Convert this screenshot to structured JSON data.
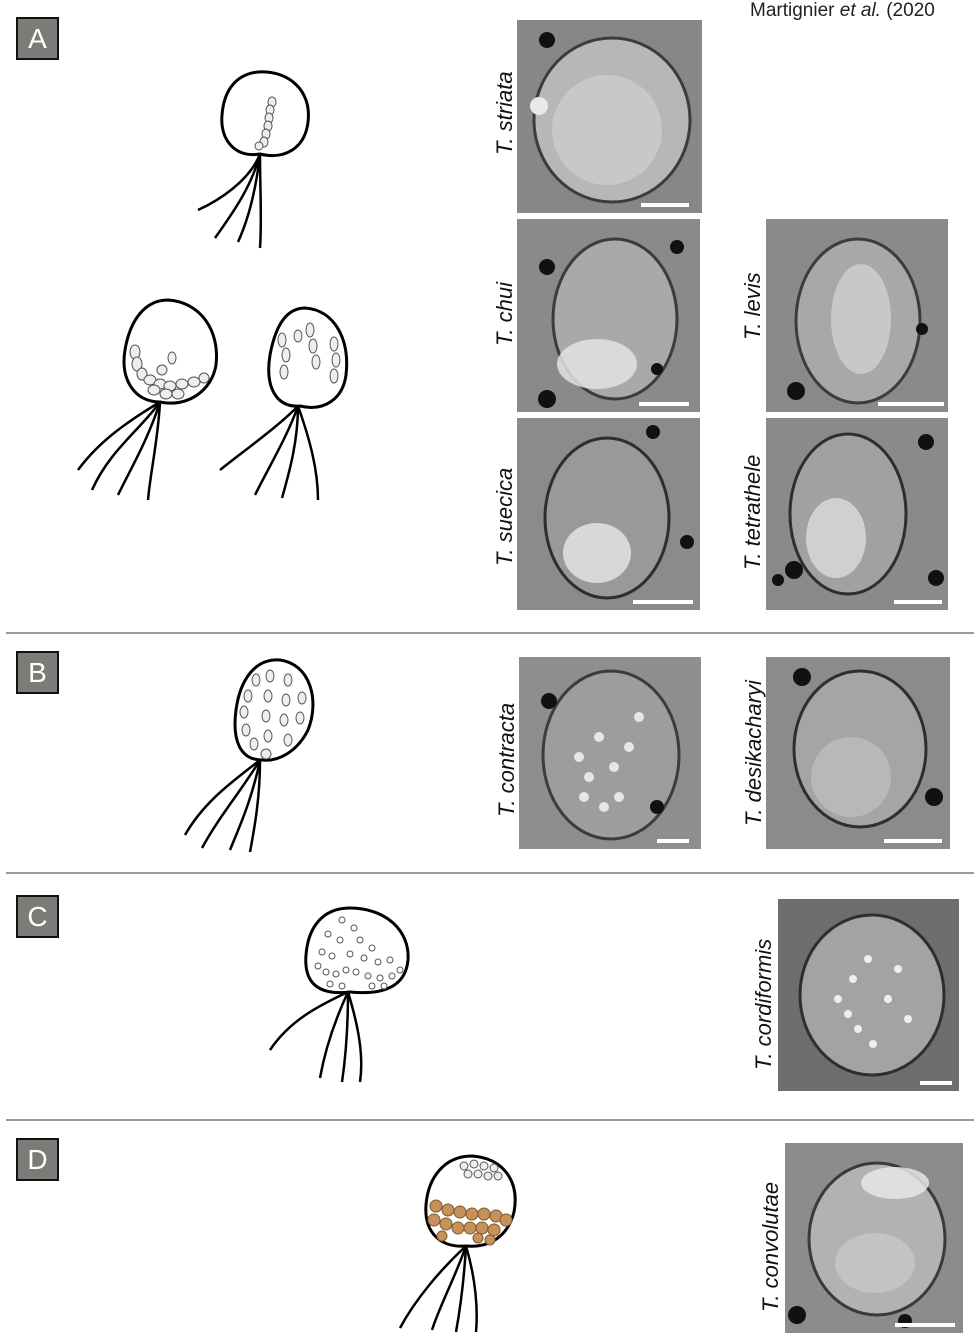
{
  "citation": {
    "prefix": "Martignier ",
    "etal": "et al.",
    "suffix": " (2020"
  },
  "panels": [
    {
      "label": "A"
    },
    {
      "label": "B"
    },
    {
      "label": "C"
    },
    {
      "label": "D"
    }
  ],
  "species": {
    "striata": "T. striata",
    "chui": "T. chui",
    "levis": "T. levis",
    "suecica": "T. suecica",
    "tetrathele": "T. tetrathele",
    "contracta": "T. contracta",
    "desikacharyi": "T. desikacharyi",
    "cordiformis": "T. cordiformis",
    "convolutae": "T. convolutae"
  },
  "colors": {
    "label_bg": "#7b7b77",
    "granule_fill": "#eeeeee",
    "orange_granule": "#c8915a",
    "micrograph_bg": "#8c8c8c"
  }
}
